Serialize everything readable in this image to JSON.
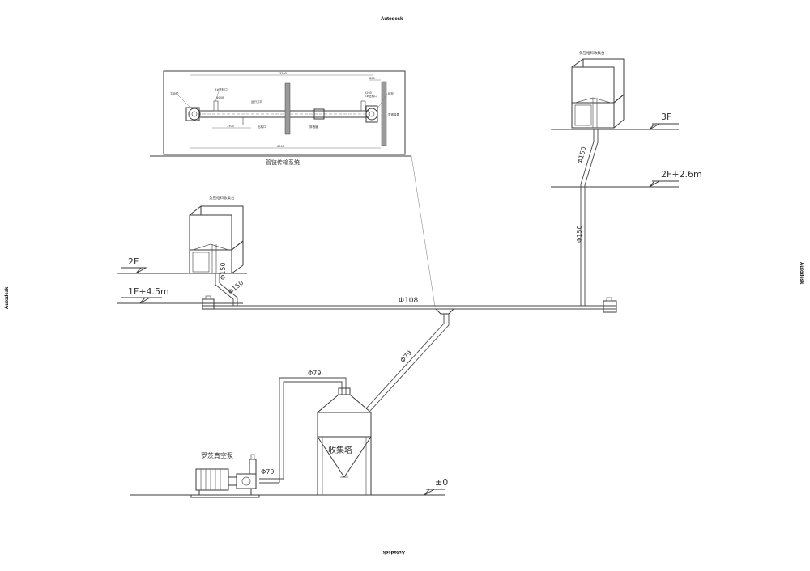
{
  "watermark": {
    "text": "Autodesk"
  },
  "inset": {
    "caption": "管链传输系统",
    "dims": {
      "top": "3100",
      "bottom": "6000",
      "mid": "1500",
      "right_top": "800",
      "right_small": "1260"
    },
    "labels": {
      "motor": "主动轮",
      "in_port": "3#进料口",
      "dia": "Φ108",
      "direction": "运行方向",
      "outlet": "出料口",
      "wall_tube": "穿墙管",
      "drive": "链轮",
      "tension": "张紧装置",
      "right_in": "2#进料口"
    }
  },
  "stations": {
    "feed_upper_title": "负压给料收集台",
    "feed_lower_title": "负压给料收集台"
  },
  "levels": {
    "f3": "3F",
    "f2_plus": "2F+2.6m",
    "f2": "2F",
    "f1_plus": "1F+4.5m",
    "zero": "±0"
  },
  "pipes": {
    "main": "Φ108",
    "riser_upper": "Φ150",
    "riser_right": "Φ150",
    "riser_left_a": "Φ150",
    "riser_left_b": "Φ150",
    "diag": "Φ79",
    "top_tower": "Φ79",
    "pump_line": "Φ79"
  },
  "equipment": {
    "pump_label": "罗茨真空泵",
    "tower_label": "收集塔"
  }
}
